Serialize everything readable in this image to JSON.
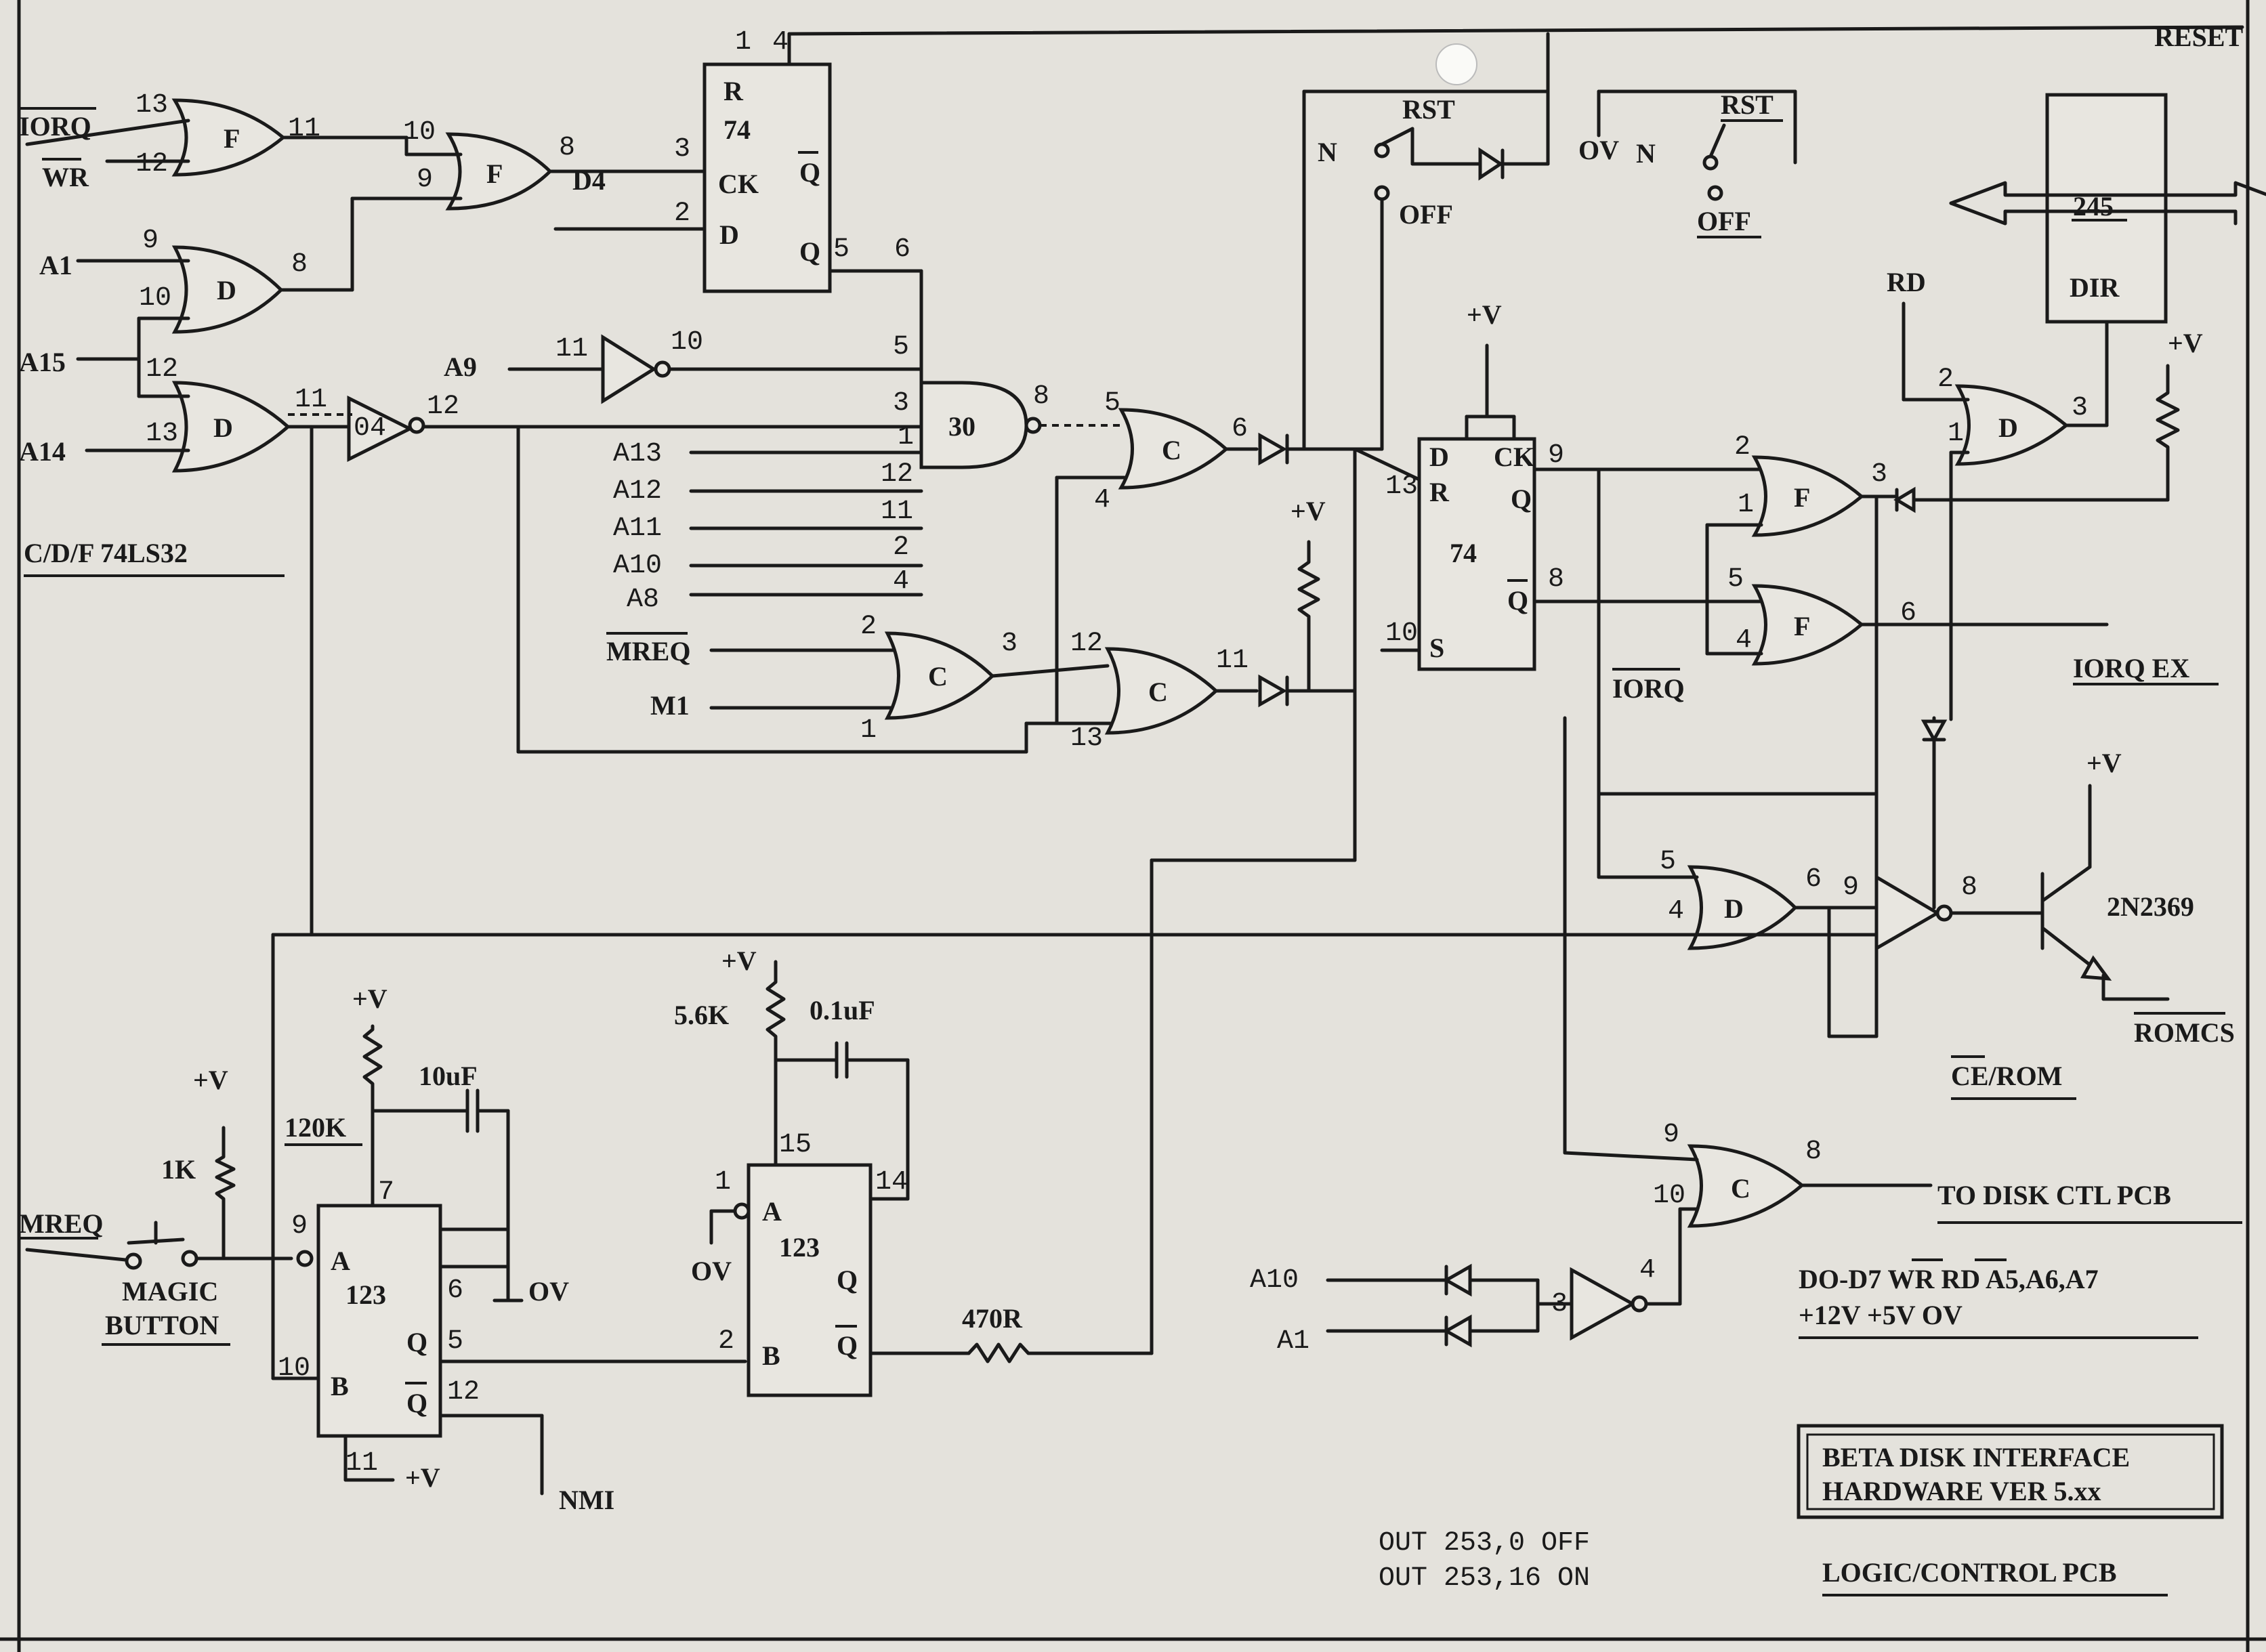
{
  "signals": {
    "iorq": "IORQ",
    "wr": "WR",
    "a1": "A1",
    "a15": "A15",
    "a14": "A14",
    "a9": "A9",
    "a13": "A13",
    "a12": "A12",
    "a11": "A11",
    "a10": "A10",
    "a8": "A8",
    "mreq": "MREQ",
    "m1": "M1",
    "d4": "D4",
    "rd": "RD",
    "nmi": "NMI",
    "reset": "RESET",
    "iorq_bar": "IORQ",
    "a10b": "A10",
    "a1b": "A1",
    "mreq_in": "MREQ"
  },
  "gate_labels": {
    "f": "F",
    "d": "D",
    "c": "C",
    "inv04": "04",
    "nand30": "30",
    "ic74": "74",
    "ic123": "123",
    "ic245": "245",
    "dir": "DIR",
    "r": "R",
    "ck": "CK",
    "q": "Q",
    "qbar": "Q",
    "dd": "D",
    "s": "S",
    "a": "A",
    "b": "B"
  },
  "pins": {
    "p13": "13",
    "p12": "12",
    "p11": "11",
    "p10": "10",
    "p9": "9",
    "p8": "8",
    "p3": "3",
    "p2": "2",
    "p1": "1",
    "p4": "4",
    "p5": "5",
    "p6": "6",
    "p7": "7",
    "p14": "14",
    "p15": "15"
  },
  "switches": {
    "rst1": "RST",
    "n1": "N",
    "off1": "OFF",
    "rst2": "RST",
    "ov_n": "OV",
    "n2": "N",
    "off2": "OFF"
  },
  "power": {
    "vplus": "+V",
    "ov": "OV"
  },
  "components": {
    "r1k": "1K",
    "r120k": "120K",
    "c10uf": "10uF",
    "r56k": "5.6K",
    "c01uf": "0.1uF",
    "r470": "470R",
    "transistor": "2N2369"
  },
  "annotations": {
    "ic_family": "C/D/F 74LS32",
    "magic_button_1": "MAGIC",
    "magic_button_2": "BUTTON",
    "iorq_ex": "IORQ EX",
    "romcs": "ROMCS",
    "ce_rom": "CE/ROM",
    "to_disk": "TO DISK CTL PCB",
    "bus_line1": "DO-D7  WR  RD  A5,A6,A7",
    "bus_line2": "+12V   +5V   OV",
    "title_line1": "BETA DISK INTERFACE",
    "title_line2": "HARDWARE VER 5.xx",
    "out_off": "OUT 253,0  OFF",
    "out_on": "OUT 253,16 ON",
    "pcb_name": "LOGIC/CONTROL PCB"
  }
}
